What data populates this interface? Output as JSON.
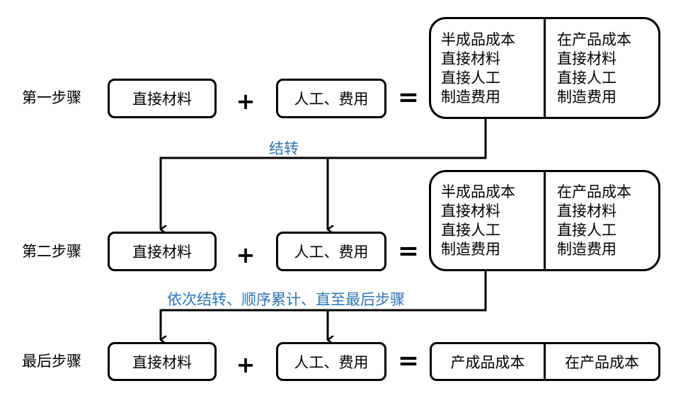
{
  "colors": {
    "line": "#000000",
    "accent": "#2e75b6"
  },
  "operators": {
    "plus": "+",
    "equals": "="
  },
  "steps": [
    {
      "label": "第一步骤",
      "material": "直接材料",
      "labor": "人工、费用",
      "result": {
        "left": [
          "半成品成本",
          "直接材料",
          "直接人工",
          "制造费用"
        ],
        "right": [
          "在产品成本",
          "直接材料",
          "直接人工",
          "制造费用"
        ]
      }
    },
    {
      "label": "第二步骤",
      "material": "直接材料",
      "labor": "人工、费用",
      "result": {
        "left": [
          "半成品成本",
          "直接材料",
          "直接人工",
          "制造费用"
        ],
        "right": [
          "在产品成本",
          "直接材料",
          "直接人工",
          "制造费用"
        ]
      }
    },
    {
      "label": "最后步骤",
      "material": "直接材料",
      "labor": "人工、费用",
      "result": {
        "left": [
          "产成品成本"
        ],
        "right": [
          "在产品成本"
        ]
      }
    }
  ],
  "transfers": [
    "结转",
    "依次结转、顺序累计、直至最后步骤"
  ]
}
